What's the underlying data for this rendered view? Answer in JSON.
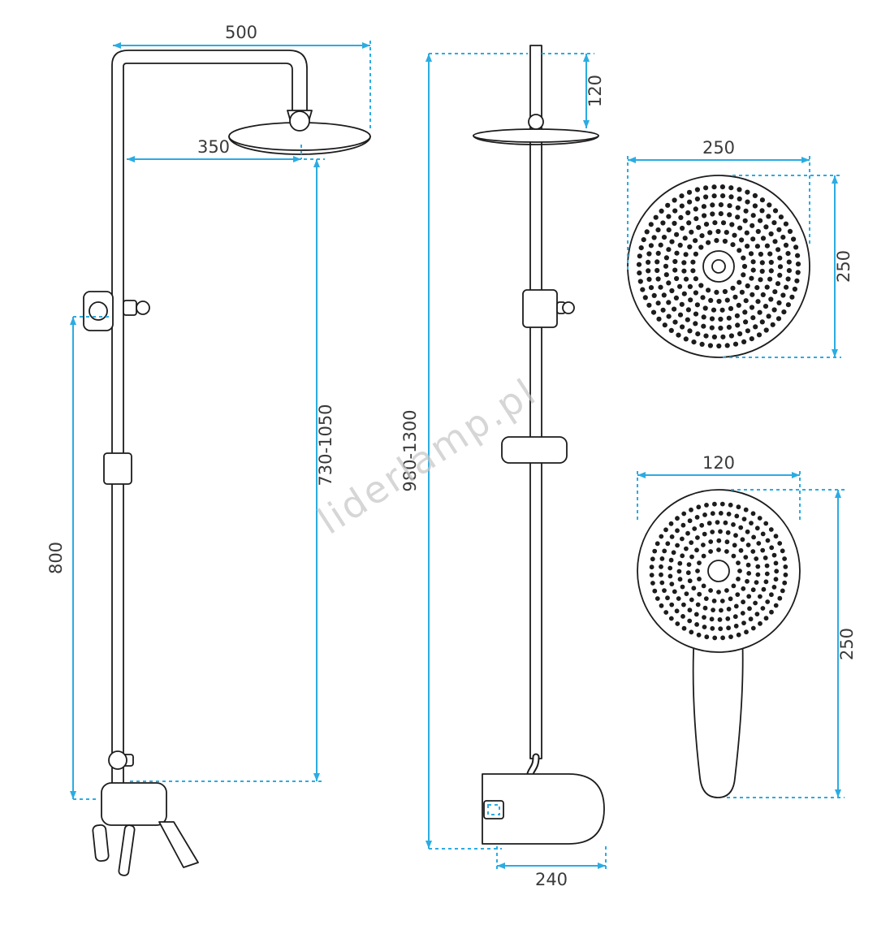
{
  "watermark": {
    "text": "liderlamp.pl"
  },
  "colors": {
    "dimension_line": "#2bace2",
    "drawing_line": "#1c1c1c",
    "label_text": "#3a3a3a",
    "watermark_text": "#c6c6c6"
  },
  "front_view": {
    "dims": {
      "arm_width": "500",
      "head_offset": "350",
      "column_height": "730-1050",
      "lower_height": "800"
    }
  },
  "side_view": {
    "dims": {
      "head_drop": "120",
      "total_height": "980-1300",
      "mixer_depth": "240"
    }
  },
  "rain_head_top_view": {
    "dims": {
      "width": "250",
      "height": "250"
    }
  },
  "hand_shower_view": {
    "dims": {
      "width": "120",
      "length": "250"
    }
  }
}
